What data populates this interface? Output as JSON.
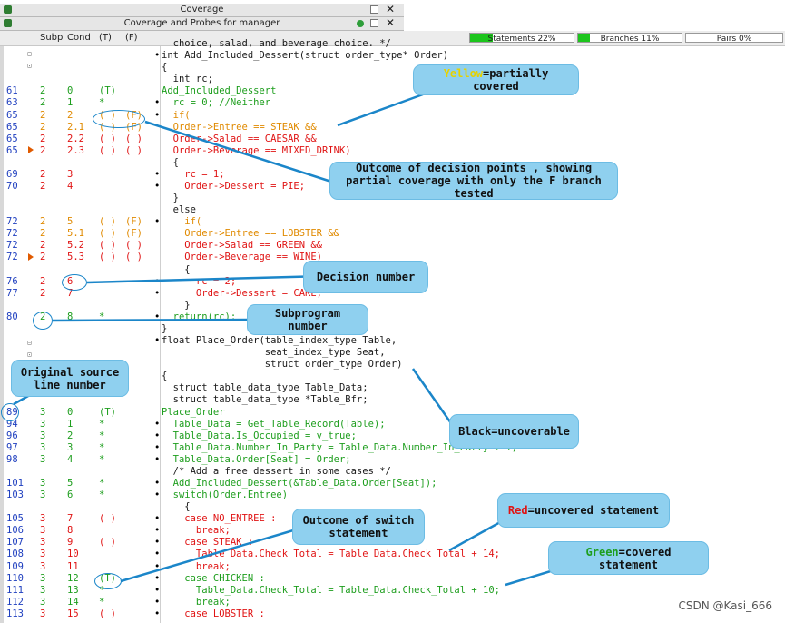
{
  "window": {
    "title_coverage": "Coverage",
    "title_probes": "Coverage and Probes for manager"
  },
  "columns": {
    "subp": "Subp",
    "cond": "Cond",
    "t": "(T)",
    "f": "(F)"
  },
  "metrics": {
    "statements": {
      "label": "Statements 22%",
      "value": 0.22
    },
    "branches": {
      "label": "Branches 11%",
      "value": 0.11
    },
    "pairs": {
      "label": "Pairs 0%",
      "value": 0
    }
  },
  "colors": {
    "covered": "#1e9e1e",
    "uncovered": "#e01414",
    "partial": "#e08a00",
    "uncoverable": "#1a1a1a",
    "callout": "#8fd0ef"
  },
  "rows": [
    {
      "ln": "",
      "s": "",
      "c": "",
      "t": "",
      "f": "",
      "d": "",
      "src": "  choice, salad, and beverage choice. */",
      "cl": "k"
    },
    {
      "ln": "",
      "s": "",
      "c": "",
      "t": "",
      "f": "",
      "d": "•",
      "src": "int Add_Included_Dessert(struct order_type* Order)",
      "cl": "k"
    },
    {
      "ln": "",
      "s": "",
      "c": "",
      "t": "",
      "f": "",
      "d": "",
      "src": "{",
      "cl": "k"
    },
    {
      "ln": "",
      "s": "",
      "c": "",
      "t": "",
      "f": "",
      "d": "",
      "src": "  int rc;",
      "cl": "k"
    },
    {
      "ln": "61",
      "s": "2",
      "c": "0",
      "t": "(T)",
      "f": "",
      "d": "",
      "src": "Add_Included_Dessert",
      "cl": "g"
    },
    {
      "ln": "63",
      "s": "2",
      "c": "1",
      "t": "*",
      "f": "",
      "d": "•",
      "src": "  rc = 0; //Neither",
      "cl": "g"
    },
    {
      "ln": "65",
      "s": "2",
      "c": "2",
      "t": "( )",
      "f": "(F)",
      "d": "•",
      "src": "  if(",
      "cl": "o"
    },
    {
      "ln": "65",
      "s": "2",
      "c": "2.1",
      "t": "( )",
      "f": "(F)",
      "d": "",
      "src": "  Order->Entree == STEAK &&",
      "cl": "o"
    },
    {
      "ln": "65",
      "s": "2",
      "c": "2.2",
      "t": "( )",
      "f": "( )",
      "d": "",
      "src": "  Order->Salad == CAESAR &&",
      "cl": "r"
    },
    {
      "ln": "65",
      "s": "2",
      "c": "2.3",
      "t": "( )",
      "f": "( )",
      "d": "",
      "src": "  Order->Beverage == MIXED_DRINK)",
      "cl": "r"
    },
    {
      "ln": "",
      "s": "",
      "c": "",
      "t": "",
      "f": "",
      "d": "",
      "src": "  {",
      "cl": "k"
    },
    {
      "ln": "69",
      "s": "2",
      "c": "3",
      "t": "",
      "f": "",
      "d": "•",
      "src": "    rc = 1;",
      "cl": "r"
    },
    {
      "ln": "70",
      "s": "2",
      "c": "4",
      "t": "",
      "f": "",
      "d": "•",
      "src": "    Order->Dessert = PIE;",
      "cl": "r"
    },
    {
      "ln": "",
      "s": "",
      "c": "",
      "t": "",
      "f": "",
      "d": "",
      "src": "  }",
      "cl": "k"
    },
    {
      "ln": "",
      "s": "",
      "c": "",
      "t": "",
      "f": "",
      "d": "",
      "src": "  else",
      "cl": "k"
    },
    {
      "ln": "72",
      "s": "2",
      "c": "5",
      "t": "( )",
      "f": "(F)",
      "d": "•",
      "src": "    if(",
      "cl": "o"
    },
    {
      "ln": "72",
      "s": "2",
      "c": "5.1",
      "t": "( )",
      "f": "(F)",
      "d": "",
      "src": "    Order->Entree == LOBSTER &&",
      "cl": "o"
    },
    {
      "ln": "72",
      "s": "2",
      "c": "5.2",
      "t": "( )",
      "f": "( )",
      "d": "",
      "src": "    Order->Salad == GREEN &&",
      "cl": "r"
    },
    {
      "ln": "72",
      "s": "2",
      "c": "5.3",
      "t": "( )",
      "f": "( )",
      "d": "",
      "src": "    Order->Beverage == WINE)",
      "cl": "r"
    },
    {
      "ln": "",
      "s": "",
      "c": "",
      "t": "",
      "f": "",
      "d": "",
      "src": "    {",
      "cl": "k"
    },
    {
      "ln": "76",
      "s": "2",
      "c": "6",
      "t": "",
      "f": "",
      "d": "•",
      "src": "      rc = 2;",
      "cl": "r"
    },
    {
      "ln": "77",
      "s": "2",
      "c": "7",
      "t": "",
      "f": "",
      "d": "•",
      "src": "      Order->Dessert = CAKE;",
      "cl": "r"
    },
    {
      "ln": "",
      "s": "",
      "c": "",
      "t": "",
      "f": "",
      "d": "",
      "src": "    }",
      "cl": "k"
    },
    {
      "ln": "80",
      "s": "2",
      "c": "8",
      "t": "*",
      "f": "",
      "d": "•",
      "src": "  return(rc);",
      "cl": "g"
    },
    {
      "ln": "",
      "s": "",
      "c": "",
      "t": "",
      "f": "",
      "d": "",
      "src": "}",
      "cl": "k"
    },
    {
      "ln": "",
      "s": "",
      "c": "",
      "t": "",
      "f": "",
      "d": "•",
      "src": "float Place_Order(table_index_type Table,",
      "cl": "k"
    },
    {
      "ln": "",
      "s": "",
      "c": "",
      "t": "",
      "f": "",
      "d": "",
      "src": "                  seat_index_type Seat,",
      "cl": "k"
    },
    {
      "ln": "",
      "s": "",
      "c": "",
      "t": "",
      "f": "",
      "d": "",
      "src": "                  struct order_type Order)",
      "cl": "k"
    },
    {
      "ln": "",
      "s": "",
      "c": "",
      "t": "",
      "f": "",
      "d": "",
      "src": "{",
      "cl": "k"
    },
    {
      "ln": "",
      "s": "",
      "c": "",
      "t": "",
      "f": "",
      "d": "",
      "src": "  struct table_data_type Table_Data;",
      "cl": "k"
    },
    {
      "ln": "",
      "s": "",
      "c": "",
      "t": "",
      "f": "",
      "d": "",
      "src": "  struct table_data_type *Table_Bfr;",
      "cl": "k"
    },
    {
      "ln": "89",
      "s": "3",
      "c": "0",
      "t": "(T)",
      "f": "",
      "d": "",
      "src": "Place_Order",
      "cl": "g"
    },
    {
      "ln": "94",
      "s": "3",
      "c": "1",
      "t": "*",
      "f": "",
      "d": "•",
      "src": "  Table_Data = Get_Table_Record(Table);",
      "cl": "g"
    },
    {
      "ln": "96",
      "s": "3",
      "c": "2",
      "t": "*",
      "f": "",
      "d": "•",
      "src": "  Table_Data.Is_Occupied = v_true;",
      "cl": "g"
    },
    {
      "ln": "97",
      "s": "3",
      "c": "3",
      "t": "*",
      "f": "",
      "d": "•",
      "src": "  Table_Data.Number_In_Party = Table_Data.Number_In_Party + 1;",
      "cl": "g"
    },
    {
      "ln": "98",
      "s": "3",
      "c": "4",
      "t": "*",
      "f": "",
      "d": "•",
      "src": "  Table_Data.Order[Seat] = Order;",
      "cl": "g"
    },
    {
      "ln": "",
      "s": "",
      "c": "",
      "t": "",
      "f": "",
      "d": "",
      "src": "  /* Add a free dessert in some cases */",
      "cl": "k"
    },
    {
      "ln": "101",
      "s": "3",
      "c": "5",
      "t": "*",
      "f": "",
      "d": "•",
      "src": "  Add_Included_Dessert(&Table_Data.Order[Seat]);",
      "cl": "g"
    },
    {
      "ln": "103",
      "s": "3",
      "c": "6",
      "t": "*",
      "f": "",
      "d": "•",
      "src": "  switch(Order.Entree)",
      "cl": "g"
    },
    {
      "ln": "",
      "s": "",
      "c": "",
      "t": "",
      "f": "",
      "d": "",
      "src": "    {",
      "cl": "k"
    },
    {
      "ln": "105",
      "s": "3",
      "c": "7",
      "t": "( )",
      "f": "",
      "d": "•",
      "src": "    case NO_ENTREE :",
      "cl": "r"
    },
    {
      "ln": "106",
      "s": "3",
      "c": "8",
      "t": "",
      "f": "",
      "d": "•",
      "src": "      break;",
      "cl": "r"
    },
    {
      "ln": "107",
      "s": "3",
      "c": "9",
      "t": "( )",
      "f": "",
      "d": "•",
      "src": "    case STEAK :",
      "cl": "r"
    },
    {
      "ln": "108",
      "s": "3",
      "c": "10",
      "t": "",
      "f": "",
      "d": "•",
      "src": "      Table_Data.Check_Total = Table_Data.Check_Total + 14;",
      "cl": "r"
    },
    {
      "ln": "109",
      "s": "3",
      "c": "11",
      "t": "",
      "f": "",
      "d": "•",
      "src": "      break;",
      "cl": "r"
    },
    {
      "ln": "110",
      "s": "3",
      "c": "12",
      "t": "(T)",
      "f": "",
      "d": "•",
      "src": "    case CHICKEN :",
      "cl": "g"
    },
    {
      "ln": "111",
      "s": "3",
      "c": "13",
      "t": "*",
      "f": "",
      "d": "•",
      "src": "      Table_Data.Check_Total = Table_Data.Check_Total + 10;",
      "cl": "g"
    },
    {
      "ln": "112",
      "s": "3",
      "c": "14",
      "t": "*",
      "f": "",
      "d": "•",
      "src": "      break;",
      "cl": "g"
    },
    {
      "ln": "113",
      "s": "3",
      "c": "15",
      "t": "( )",
      "f": "",
      "d": "•",
      "src": "    case LOBSTER :",
      "cl": "r"
    }
  ],
  "callouts": {
    "yellow_word": "Yellow",
    "yellow_rest": "=partially covered",
    "outcome": "Outcome of decision points , showing partial coverage with only the F branch tested",
    "decision": "Decision number",
    "subprogram": "Subprogram number",
    "original": "Original source line number",
    "black": "Black=uncoverable",
    "switch": "Outcome of switch statement",
    "red_word": "Red",
    "red_rest": "=uncovered statement",
    "green_word": "Green",
    "green_rest": "=covered statement"
  },
  "watermark": "CSDN @Kasi_666"
}
